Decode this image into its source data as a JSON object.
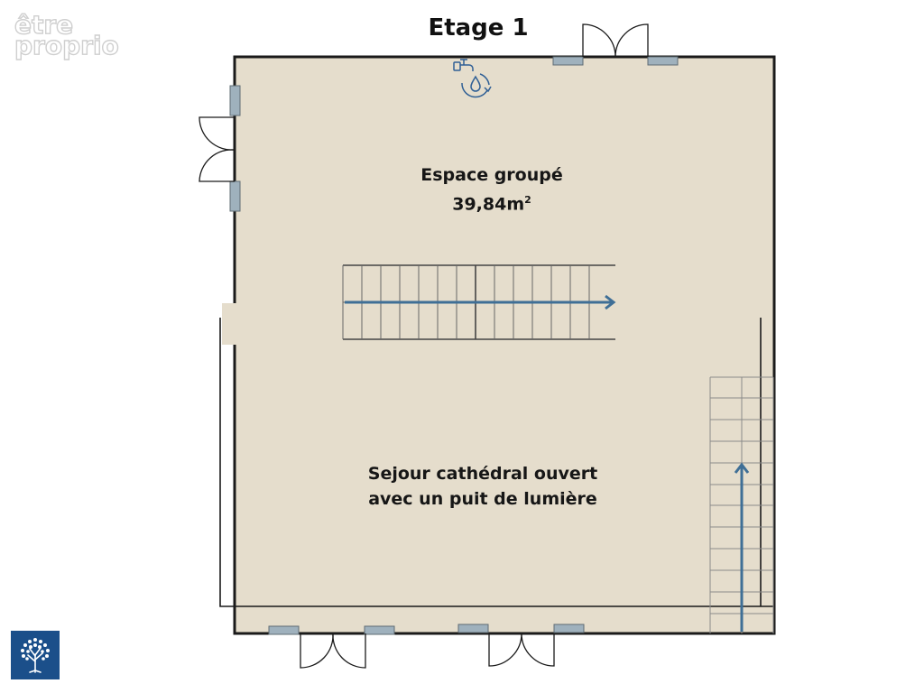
{
  "watermark": {
    "line1": "être",
    "line2": "proprio"
  },
  "floor_title": "Etage 1",
  "rooms": {
    "espace": {
      "name": "Espace groupé",
      "area": "39,84m",
      "area_sup": "2"
    },
    "sejour": {
      "line1": "Sejour cathédral ouvert",
      "line2": "avec un puit de lumière"
    }
  },
  "icons": {
    "water_tap": "water-tap-icon",
    "brand_logo": "tree-icon"
  },
  "colors": {
    "floor": "#e5ddcc",
    "wall": "#1a1a1a",
    "window": "#9fb1bd",
    "stair_arrow": "#3f6f96",
    "logo_bg": "#1b4f8a"
  }
}
